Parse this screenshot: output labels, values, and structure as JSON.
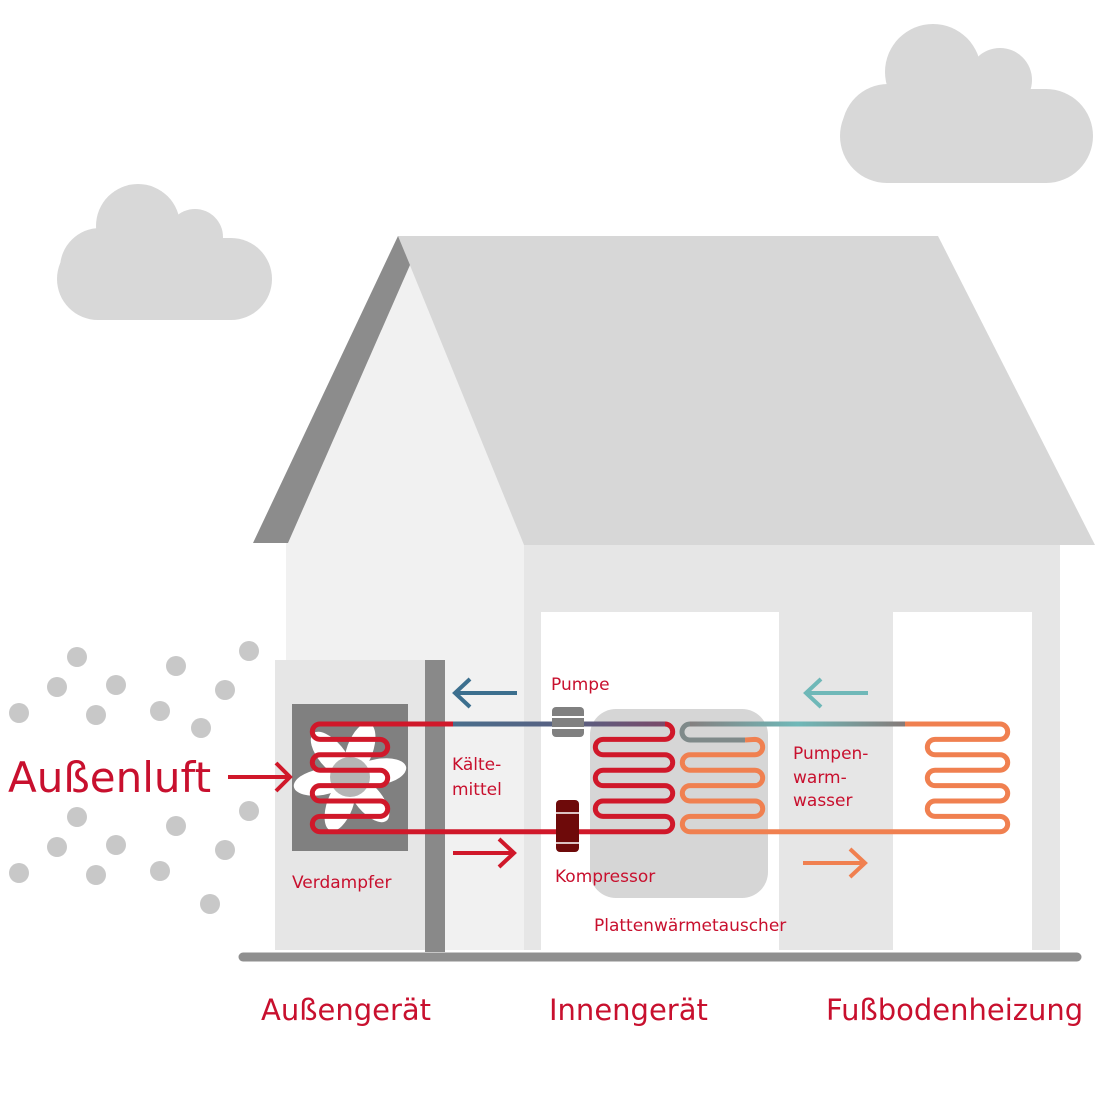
{
  "labels": {
    "outside_air": "Außenluft",
    "pump": "Pumpe",
    "refrigerant_line1": "Kälte-",
    "refrigerant_line2": "mittel",
    "evaporator": "Verdampfer",
    "compressor": "Kompressor",
    "plate_heat_exchanger": "Plattenwärmetauscher",
    "pump_water_line1": "Pumpen-",
    "pump_water_line2": "warm-",
    "pump_water_line3": "wasser"
  },
  "sections": {
    "outdoor_unit": "Außengerät",
    "indoor_unit": "Innengerät",
    "floor_heating": "Fußbodenheizung"
  },
  "colors": {
    "accent": "#c8102e",
    "refrigerant": "#d0182a",
    "cold_flow": "#3c6f8e",
    "water_return": "#6fb8b8",
    "water_flow": "#f08050",
    "compressor": "#6e0a0a"
  }
}
